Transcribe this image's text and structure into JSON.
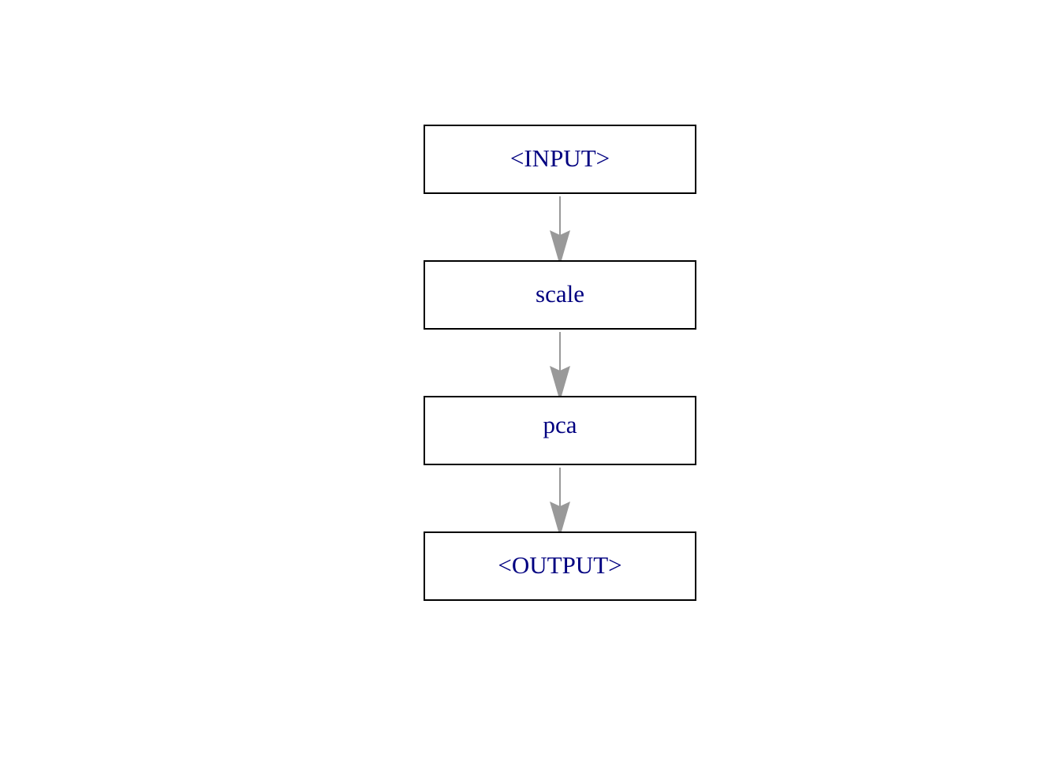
{
  "diagram": {
    "type": "flowchart",
    "direction": "top-to-bottom",
    "colors": {
      "node_text": "#000080",
      "node_border": "#000000",
      "node_fill": "#ffffff",
      "edge": "#999999",
      "background": "#ffffff"
    },
    "nodes": [
      {
        "id": "input",
        "label": "<INPUT>"
      },
      {
        "id": "scale",
        "label": "scale"
      },
      {
        "id": "pca",
        "label": "pca"
      },
      {
        "id": "output",
        "label": "<OUTPUT>"
      }
    ],
    "edges": [
      {
        "from": "input",
        "to": "scale"
      },
      {
        "from": "scale",
        "to": "pca"
      },
      {
        "from": "pca",
        "to": "output"
      }
    ]
  }
}
